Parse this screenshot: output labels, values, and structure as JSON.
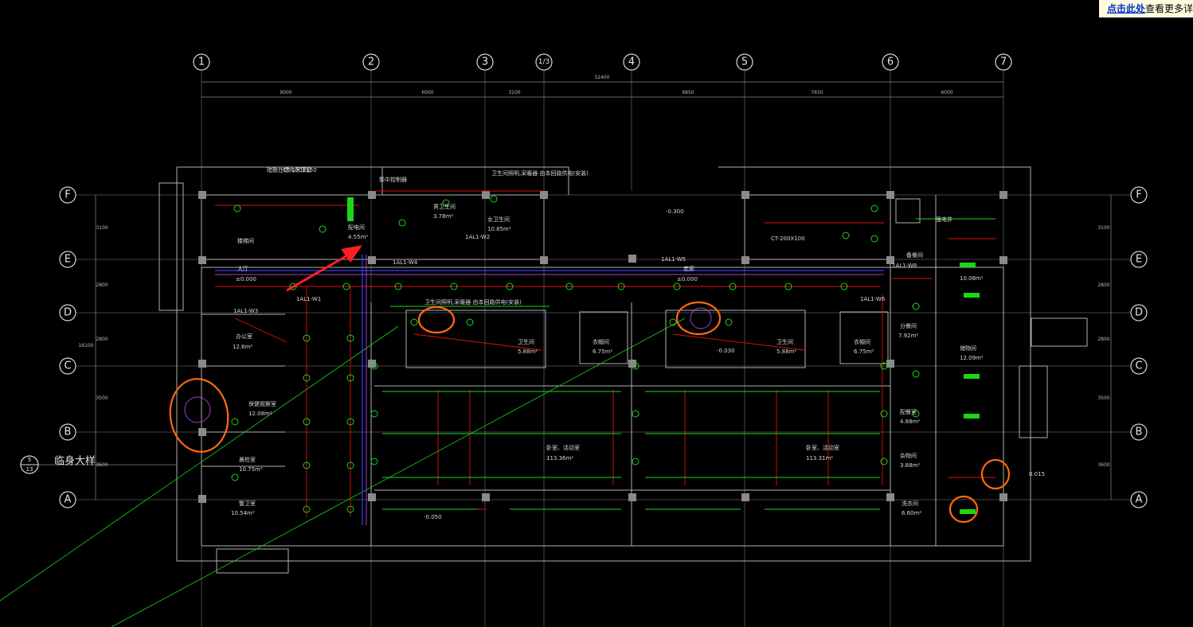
{
  "banner": {
    "link_text": "点击此处",
    "rest_text": "查看更多详"
  },
  "top_grid_labels": [
    "1",
    "2",
    "3",
    "1/3",
    "4",
    "5",
    "6",
    "7"
  ],
  "side_grid_labels": [
    "F",
    "E",
    "D",
    "C",
    "B",
    "A"
  ],
  "detail_bubble": {
    "top": "5",
    "bottom": "13",
    "caption": "临身大样"
  },
  "overall_dimension": "52400",
  "span_dimensions": [
    "9000",
    "6000",
    "3100",
    "6850",
    "7650",
    "6000"
  ],
  "left_dimensions": [
    "3100",
    "2800",
    "2800",
    "3500",
    "3600"
  ],
  "total_side_dimension": "16100",
  "rooms": [
    {
      "text": "大厅"
    },
    {
      "text": "±0.000"
    },
    {
      "text": "走廊"
    },
    {
      "text": "±0.000"
    },
    {
      "text": "办公室"
    },
    {
      "text": "12.6m²"
    },
    {
      "text": "保健观察室"
    },
    {
      "text": "12.08m²"
    },
    {
      "text": "晨检室"
    },
    {
      "text": "10.75m²"
    },
    {
      "text": "警卫室"
    },
    {
      "text": "10.54m²"
    },
    {
      "text": "卧室、活动室"
    },
    {
      "text": "113.36m²"
    },
    {
      "text": "卧室、活动室"
    },
    {
      "text": "113.31m²"
    },
    {
      "text": "配电间"
    },
    {
      "text": "4.55m²"
    },
    {
      "text": "男卫生间"
    },
    {
      "text": "3.78m²"
    },
    {
      "text": "女卫生间"
    },
    {
      "text": "10.85m²"
    },
    {
      "text": "楼梯间"
    },
    {
      "text": "衣帽间"
    },
    {
      "text": "6.75m²"
    },
    {
      "text": "衣帽间"
    },
    {
      "text": "6.75m²"
    },
    {
      "text": "卫生间"
    },
    {
      "text": "5.88m²"
    },
    {
      "text": "卫生间"
    },
    {
      "text": "5.88m²"
    },
    {
      "text": "备餐间"
    },
    {
      "text": "10.08m²"
    },
    {
      "text": "分餐间"
    },
    {
      "text": "7.92m²"
    },
    {
      "text": "储物间"
    },
    {
      "text": "12.09m²"
    },
    {
      "text": "配餐室"
    },
    {
      "text": "4.88m²"
    },
    {
      "text": "杂物间"
    },
    {
      "text": "3.88m²"
    },
    {
      "text": "洗衣间"
    },
    {
      "text": "6.60m²"
    },
    {
      "text": "强电井"
    },
    {
      "text": "1AL1-W1"
    },
    {
      "text": "1AL1-W2"
    },
    {
      "text": "1AL1-W3"
    },
    {
      "text": "1AL1-W4"
    },
    {
      "text": "1AL1-W5"
    },
    {
      "text": "1AL1-W6"
    },
    {
      "text": "1AL1-W8"
    },
    {
      "text": "CT-200X150"
    },
    {
      "text": "CT-200X100"
    },
    {
      "text": "-0.300"
    },
    {
      "text": "-0.050"
    },
    {
      "text": "0.015"
    },
    {
      "text": "-0.030"
    }
  ],
  "notes": [
    {
      "text": "暗敷在墙内吊顶管"
    },
    {
      "text": "卫生间照明,采暖器 由本回路供电(安装)"
    },
    {
      "text": "卫生间照明,采暖器 由本回路供电(安装)"
    },
    {
      "text": "集中控制器"
    }
  ],
  "colors": {
    "background": "#000000",
    "wall": "#b0b0b0",
    "grid_line": "#5a5a5a",
    "circuit_red": "#e01010",
    "fixture_green": "#19d719",
    "conduit_blue": "#3a3cff",
    "conduit_purple": "#a040d0",
    "markup_orange": "#ff6a10"
  }
}
